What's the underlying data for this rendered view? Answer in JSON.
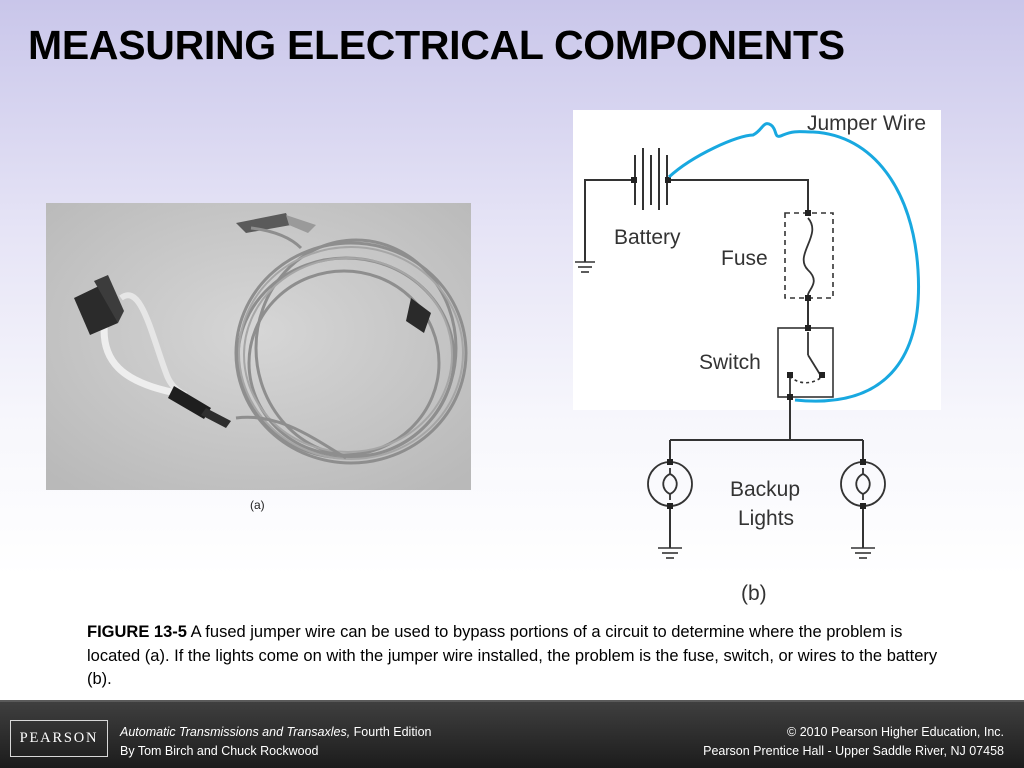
{
  "slide": {
    "title": "MEASURING ELECTRICAL COMPONENTS"
  },
  "figure": {
    "panel_a_label": "(a)",
    "panel_b_label": "(b)",
    "diagram_labels": {
      "jumper_wire": "Jumper Wire",
      "battery": "Battery",
      "fuse": "Fuse",
      "switch": "Switch",
      "backup_line1": "Backup",
      "backup_line2": "Lights"
    },
    "caption_label": "FIGURE 13-5",
    "caption_text": " A fused jumper wire can be used to bypass portions of a circuit to determine where the problem is located (a). If the lights come on with the jumper wire installed, the problem is the fuse, switch, or wires to the battery (b)."
  },
  "footer": {
    "logo_text": "PEARSON",
    "book_title": "Automatic Transmissions and Transaxles,",
    "edition": " Fourth Edition",
    "authors": "By Tom Birch and Chuck Rockwood",
    "copyright": "© 2010 Pearson Higher Education, Inc.",
    "publisher": "Pearson Prentice Hall - Upper Saddle River, NJ 07458"
  },
  "colors": {
    "jumper_wire": "#18a8e0",
    "footer_bg": "#2a2a2a"
  }
}
